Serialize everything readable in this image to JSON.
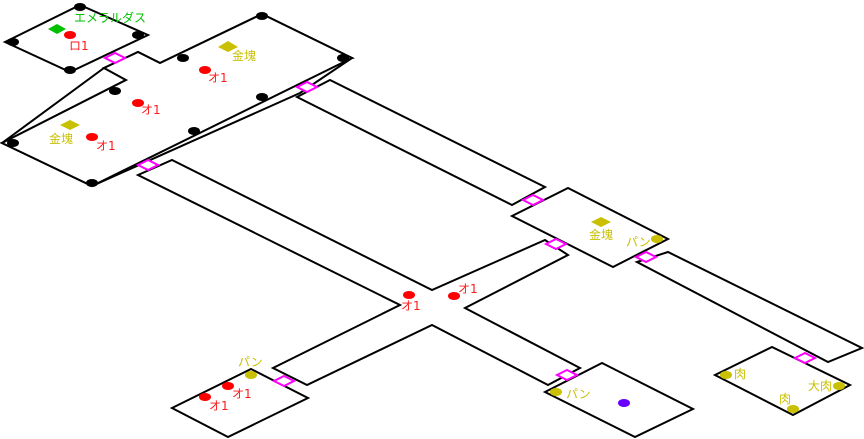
{
  "colors": {
    "enemy": "#ff0000",
    "item": "#c8c000",
    "treasure": "#00c000",
    "door": "#ff00ff",
    "wall": "#000000",
    "special": "#6a00ff"
  },
  "labels": {
    "emerald": "エメラルダス",
    "ro1": "ロ1",
    "gold1": "金塊",
    "o1a": "オ1",
    "o1b": "オ1",
    "gold2": "金塊",
    "o1c": "オ1",
    "gold3": "金塊",
    "pan1": "パン",
    "o1d": "オ1",
    "o1e": "オ1",
    "pan2": "パン",
    "o1f": "オ1",
    "o1g": "オ1",
    "pan3": "パン",
    "meat1": "肉",
    "bigmeat": "大肉",
    "meat2": "肉"
  }
}
